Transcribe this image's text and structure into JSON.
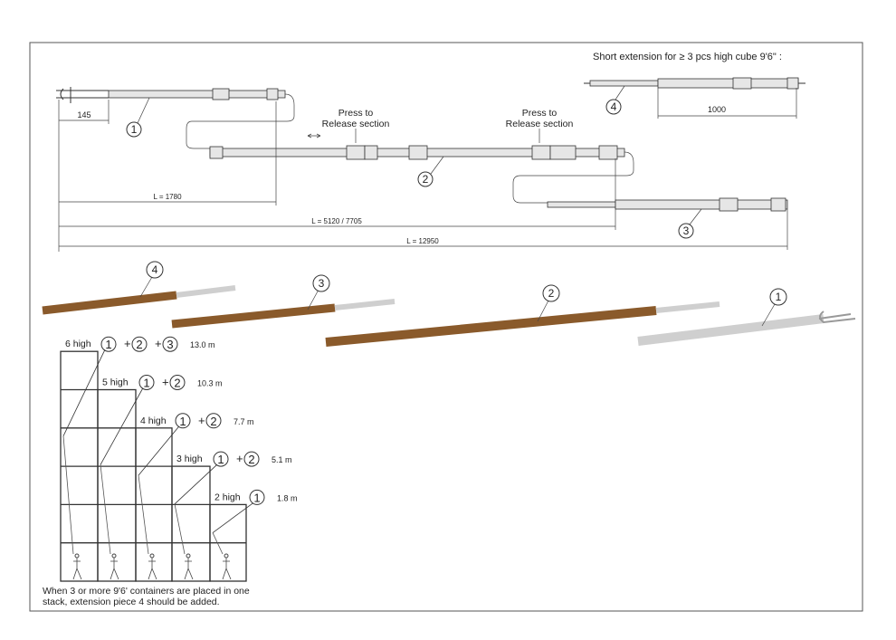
{
  "top_drawing": {
    "short_extension_note": "Short extension for ≥ 3 pcs high cube 9'6\" :",
    "press_release_1": [
      "Press to",
      "Release section"
    ],
    "press_release_2": [
      "Press to",
      "Release section"
    ],
    "dim_145": "145",
    "dim_1000": "1000",
    "dim_L1": "L = 1780",
    "dim_L2": "L = 5120 / 7705",
    "dim_L3": "L = 12950",
    "part_labels": [
      "1",
      "2",
      "3",
      "4"
    ]
  },
  "photo_rods": {
    "labels": [
      "4",
      "3",
      "2",
      "1"
    ],
    "colors": {
      "brown": "#8a5a2b",
      "grey": "#cfcfcf"
    }
  },
  "stack": {
    "rows": [
      {
        "height_label": "6 high",
        "parts": [
          "1",
          "2",
          "3"
        ],
        "length": "13.0 m"
      },
      {
        "height_label": "5 high",
        "parts": [
          "1",
          "2"
        ],
        "length": "10.3 m"
      },
      {
        "height_label": "4 high",
        "parts": [
          "1",
          "2"
        ],
        "length": "7.7 m"
      },
      {
        "height_label": "3 high",
        "parts": [
          "1",
          "2"
        ],
        "length": "5.1 m"
      },
      {
        "height_label": "2 high",
        "parts": [
          "1"
        ],
        "length": "1.8 m"
      }
    ],
    "plus": "+",
    "note_line1": "When 3 or more 9'6' containers are placed in one",
    "note_line2": "stack, extension piece 4 should be added."
  }
}
